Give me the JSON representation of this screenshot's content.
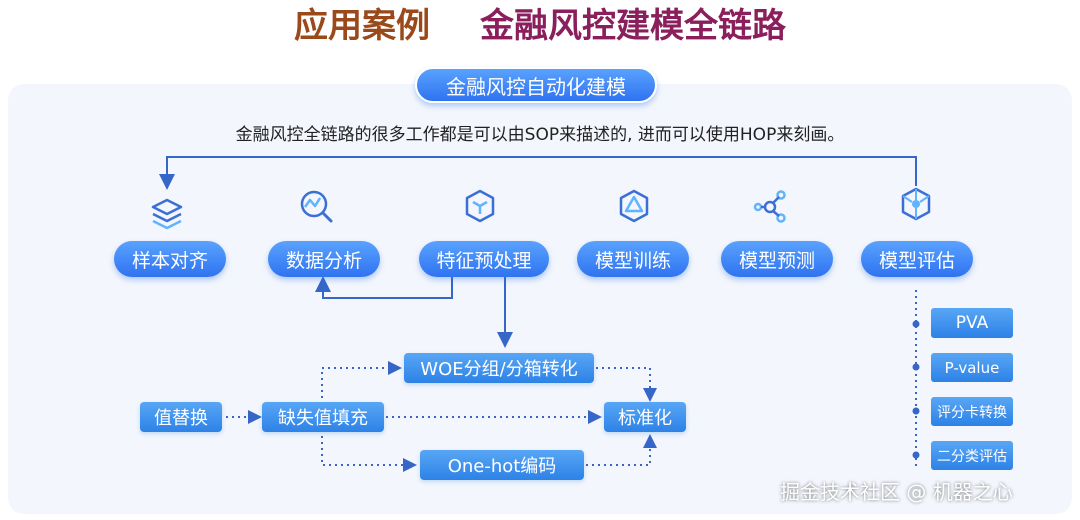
{
  "title": {
    "part1": "应用案例",
    "part2": "金融风控建模全链路"
  },
  "header_pill": "金融风控自动化建模",
  "subtitle": "金融风控全链路的很多工作都是可以由SOP来描述的, 进而可以使用HOP来刻画。",
  "steps": [
    {
      "label": "样本对齐",
      "icon": "layers-icon"
    },
    {
      "label": "数据分析",
      "icon": "chart-magnifier-icon"
    },
    {
      "label": "特征预处理",
      "icon": "cube-icon"
    },
    {
      "label": "模型训练",
      "icon": "polyhedron-icon"
    },
    {
      "label": "模型预测",
      "icon": "network-nodes-icon"
    },
    {
      "label": "模型评估",
      "icon": "molecule-icon"
    }
  ],
  "preprocess": {
    "replace": "值替换",
    "missing": "缺失值填充",
    "woe": "WOE分组/分箱转化",
    "onehot": "One-hot编码",
    "standardize": "标准化"
  },
  "evaluation": [
    "PVA",
    "P-value",
    "评分卡转换",
    "二分类评估"
  ],
  "watermark": "掘金技术社区 @ 机器之心",
  "colors": {
    "accent": "#2f73f0",
    "line": "#3566c8",
    "title1": "#9a4a1a",
    "title2": "#8a1f5c"
  }
}
